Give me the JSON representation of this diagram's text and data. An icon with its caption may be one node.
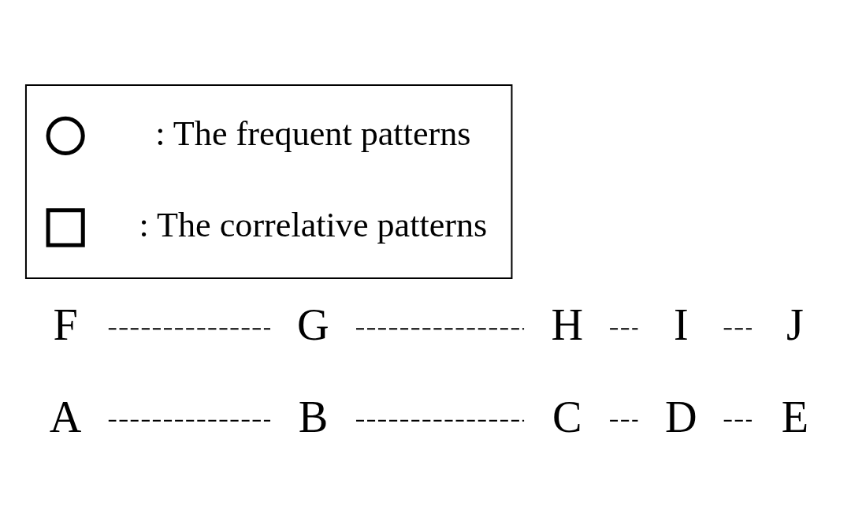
{
  "diagram": {
    "nodes": [
      {
        "text": [
          "A"
        ]
      },
      {
        "text": [
          "B"
        ]
      },
      {
        "text": [
          "C"
        ]
      },
      {
        "text": [
          "D"
        ]
      },
      {
        "text": [
          "E"
        ]
      },
      {
        "text": [
          "F"
        ]
      },
      {
        "text": [
          "G"
        ]
      },
      {
        "text": [
          "H"
        ]
      },
      {
        "text": [
          "I"
        ]
      },
      {
        "text": [
          "J"
        ]
      },
      {
        "text": [],
        "shape": "box"
      },
      {
        "text": [],
        "shape": "circle",
        "in": 10
      },
      {
        "text": [],
        "shape": "box",
        "in": 10
      }
    ],
    "edges": [
      {
        "from": 5,
        "to": 6,
        "arrow": "none",
        "style": "dashed"
      },
      {
        "from": 6,
        "to": 7,
        "arrow": "none",
        "style": "dashed"
      },
      {
        "from": 7,
        "to": 8,
        "arrow": "none",
        "style": "dashed"
      },
      {
        "from": 8,
        "to": 9,
        "arrow": "none",
        "style": "dashed"
      },
      {
        "from": 0,
        "to": 1,
        "arrow": "none",
        "style": "dashed"
      },
      {
        "from": 1,
        "to": 2,
        "arrow": "none",
        "style": "dashed"
      },
      {
        "from": 2,
        "to": 3,
        "arrow": "none",
        "style": "dashed"
      },
      {
        "from": 3,
        "to": 4,
        "arrow": "none",
        "style": "dashed"
      }
    ],
    "legend": [
      {
        "text": ": The frequent patterns"
      },
      {
        "text": ": The correlative patterns"
      }
    ]
  }
}
